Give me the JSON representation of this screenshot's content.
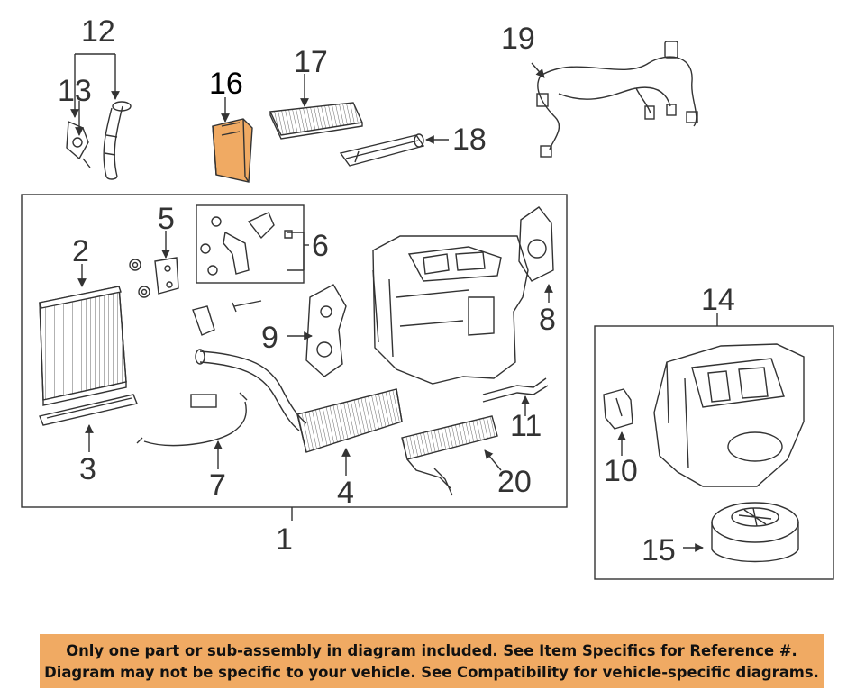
{
  "callouts": {
    "c1": "1",
    "c2": "2",
    "c3": "3",
    "c4": "4",
    "c5": "5",
    "c6": "6",
    "c7": "7",
    "c8": "8",
    "c9": "9",
    "c10": "10",
    "c11": "11",
    "c12": "12",
    "c13": "13",
    "c14": "14",
    "c15": "15",
    "c16": "16",
    "c17": "17",
    "c18": "18",
    "c19": "19",
    "c20": "20"
  },
  "highlight": {
    "part": "16",
    "color": "#f0aa63"
  },
  "notice": {
    "line1": "Only one part or sub-assembly in diagram included. See Item Specifics for Reference #.",
    "line2": "Diagram may not be specific to your vehicle. See Compatibility for vehicle-specific diagrams.",
    "color": "#f0aa63"
  }
}
